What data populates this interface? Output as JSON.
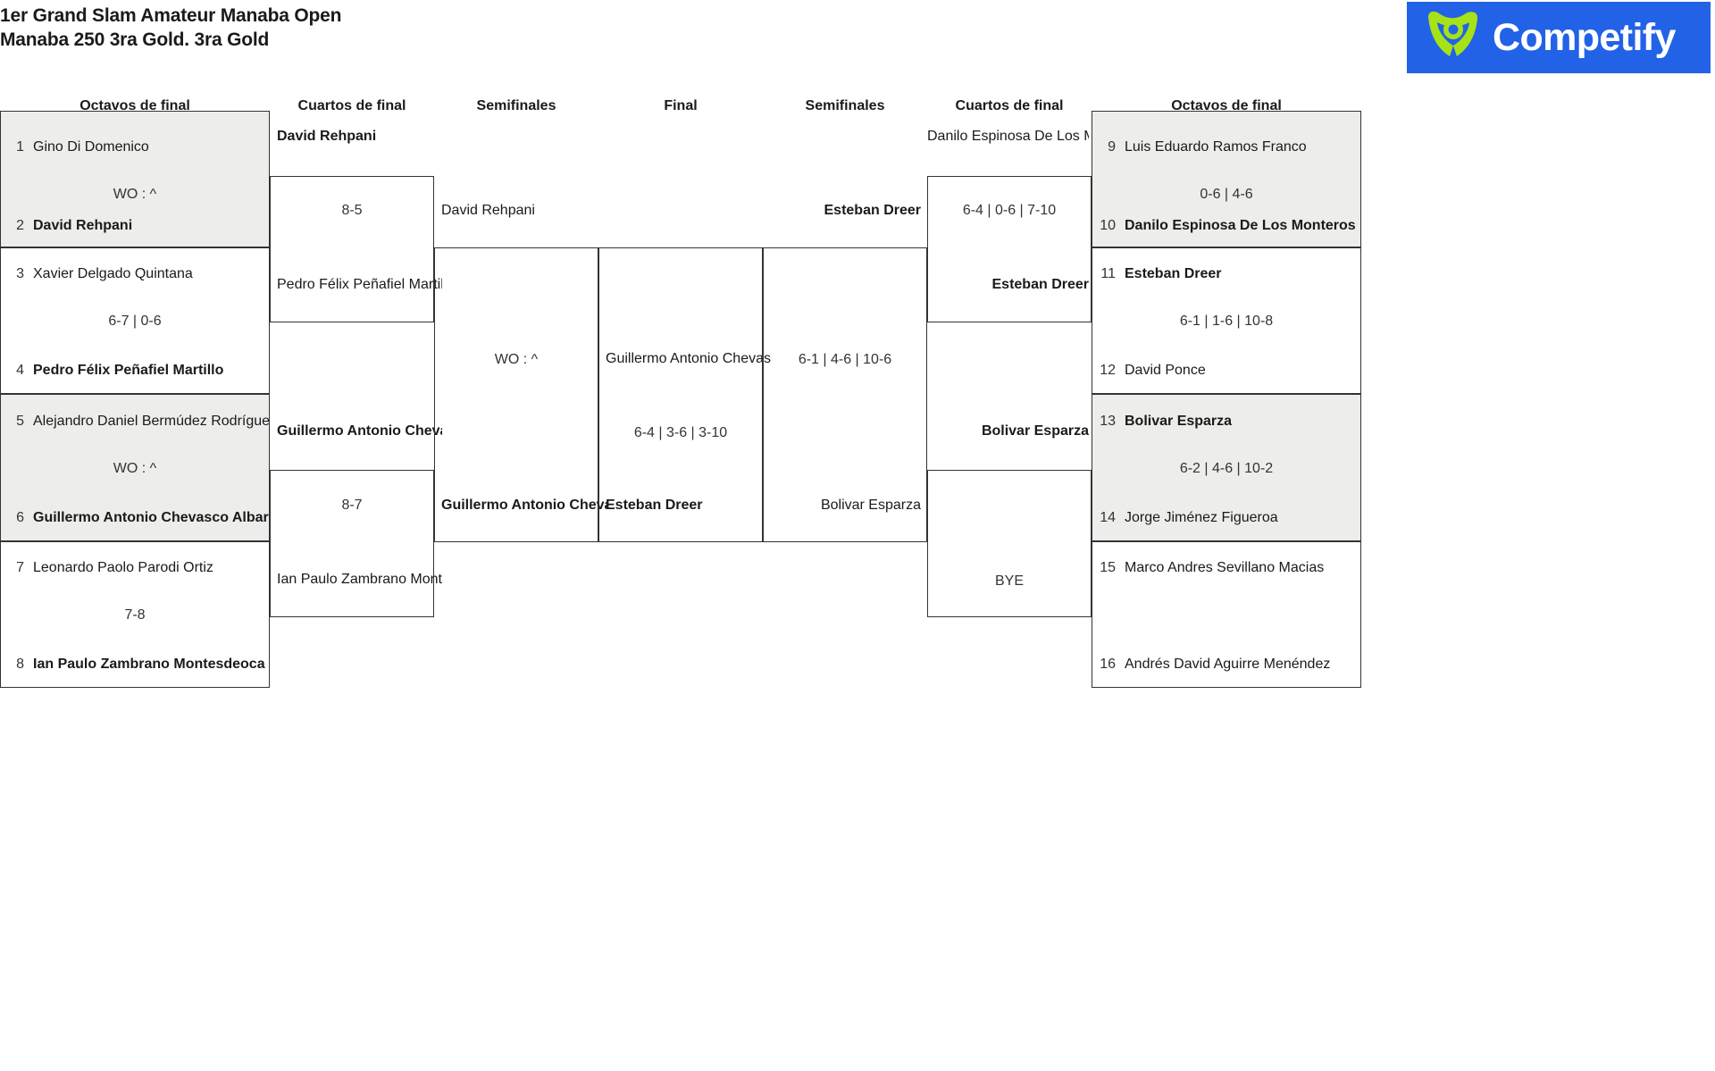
{
  "header": {
    "title_line1": "1er Grand Slam Amateur Manaba Open",
    "title_line2": "Manaba 250 3ra Gold. 3ra Gold",
    "logo_text": "Competify",
    "logo_bg": "#2262e6",
    "logo_mark_color": "#a6e218"
  },
  "round_headers": {
    "left_r16": "Octavos de final",
    "left_qf": "Cuartos de final",
    "left_sf": "Semifinales",
    "final": "Final",
    "right_sf": "Semifinales",
    "right_qf": "Cuartos de final",
    "right_r16": "Octavos de final"
  },
  "left_r16": [
    {
      "match": 1,
      "shaded": true,
      "score": "WO : ^",
      "top": {
        "seed": "1",
        "name": "Gino Di Domenico",
        "winner": false
      },
      "bottom": {
        "seed": "2",
        "name": "David Rehpani",
        "winner": true
      }
    },
    {
      "match": 2,
      "shaded": false,
      "score": "6-7 | 0-6",
      "top": {
        "seed": "3",
        "name": "Xavier Delgado Quintana",
        "winner": false
      },
      "bottom": {
        "seed": "4",
        "name": "Pedro Félix Peñafiel Martillo",
        "winner": true
      }
    },
    {
      "match": 3,
      "shaded": true,
      "score": "WO : ^",
      "top": {
        "seed": "5",
        "name": "Alejandro Daniel Bermúdez Rodríguez",
        "winner": false
      },
      "bottom": {
        "seed": "6",
        "name": "Guillermo Antonio Chevasco Albarracín",
        "winner": true
      }
    },
    {
      "match": 4,
      "shaded": false,
      "score": "7-8",
      "top": {
        "seed": "7",
        "name": "Leonardo Paolo Parodi Ortiz",
        "winner": false
      },
      "bottom": {
        "seed": "8",
        "name": "Ian Paulo Zambrano Montesdeoca",
        "winner": true
      }
    }
  ],
  "left_qf": [
    {
      "match": 1,
      "score": "8-5",
      "top": {
        "name": "David Rehpani",
        "winner": true
      },
      "bottom": {
        "name": "Pedro Félix Peñafiel Martillo",
        "winner": false
      }
    },
    {
      "match": 2,
      "score": "8-7",
      "top": {
        "name": "Guillermo Antonio Chevasco Albarracín",
        "winner": true
      },
      "bottom": {
        "name": "Ian Paulo Zambrano Montesdeoca",
        "winner": false
      }
    }
  ],
  "left_sf": [
    {
      "match": 1,
      "score": "WO : ^",
      "top": {
        "name": "David Rehpani",
        "winner": false
      },
      "bottom": {
        "name": "Guillermo Antonio Chevasco Albarracín",
        "winner": true
      }
    }
  ],
  "final": {
    "score": "6-4 | 3-6 | 3-10",
    "top": {
      "name": "Guillermo Antonio Chevasco Albarracín",
      "winner": false
    },
    "bottom": {
      "name": "Esteban Dreer",
      "winner": true
    }
  },
  "right_sf": [
    {
      "match": 1,
      "score": "6-1 | 4-6 | 10-6",
      "top": {
        "name": "Esteban Dreer",
        "winner": true
      },
      "bottom": {
        "name": "Bolivar Esparza",
        "winner": false
      }
    }
  ],
  "right_qf": [
    {
      "match": 1,
      "score": "6-4 | 0-6 | 7-10",
      "top": {
        "name": "Danilo Espinosa De Los Monteros",
        "winner": false
      },
      "bottom": {
        "name": "Esteban Dreer",
        "winner": true
      }
    },
    {
      "match": 2,
      "score": "BYE",
      "top": {
        "name": "Bolivar Esparza",
        "winner": true
      },
      "bottom": {
        "name": "",
        "winner": false
      }
    }
  ],
  "right_r16": [
    {
      "match": 1,
      "shaded": true,
      "score": "0-6 | 4-6",
      "top": {
        "seed": "9",
        "name": "Luis Eduardo Ramos Franco",
        "winner": false
      },
      "bottom": {
        "seed": "10",
        "name": "Danilo Espinosa De Los Monteros",
        "winner": true
      }
    },
    {
      "match": 2,
      "shaded": false,
      "score": "6-1 | 1-6 | 10-8",
      "top": {
        "seed": "11",
        "name": "Esteban Dreer",
        "winner": true
      },
      "bottom": {
        "seed": "12",
        "name": "David Ponce",
        "winner": false
      }
    },
    {
      "match": 3,
      "shaded": true,
      "score": "6-2 | 4-6 | 10-2",
      "top": {
        "seed": "13",
        "name": "Bolivar Esparza",
        "winner": true
      },
      "bottom": {
        "seed": "14",
        "name": "Jorge Jiménez Figueroa",
        "winner": false
      }
    },
    {
      "match": 4,
      "shaded": false,
      "score": "",
      "top": {
        "seed": "15",
        "name": "Marco Andres Sevillano Macias",
        "winner": false
      },
      "bottom": {
        "seed": "16",
        "name": "Andrés David Aguirre Menéndez",
        "winner": false
      }
    }
  ]
}
